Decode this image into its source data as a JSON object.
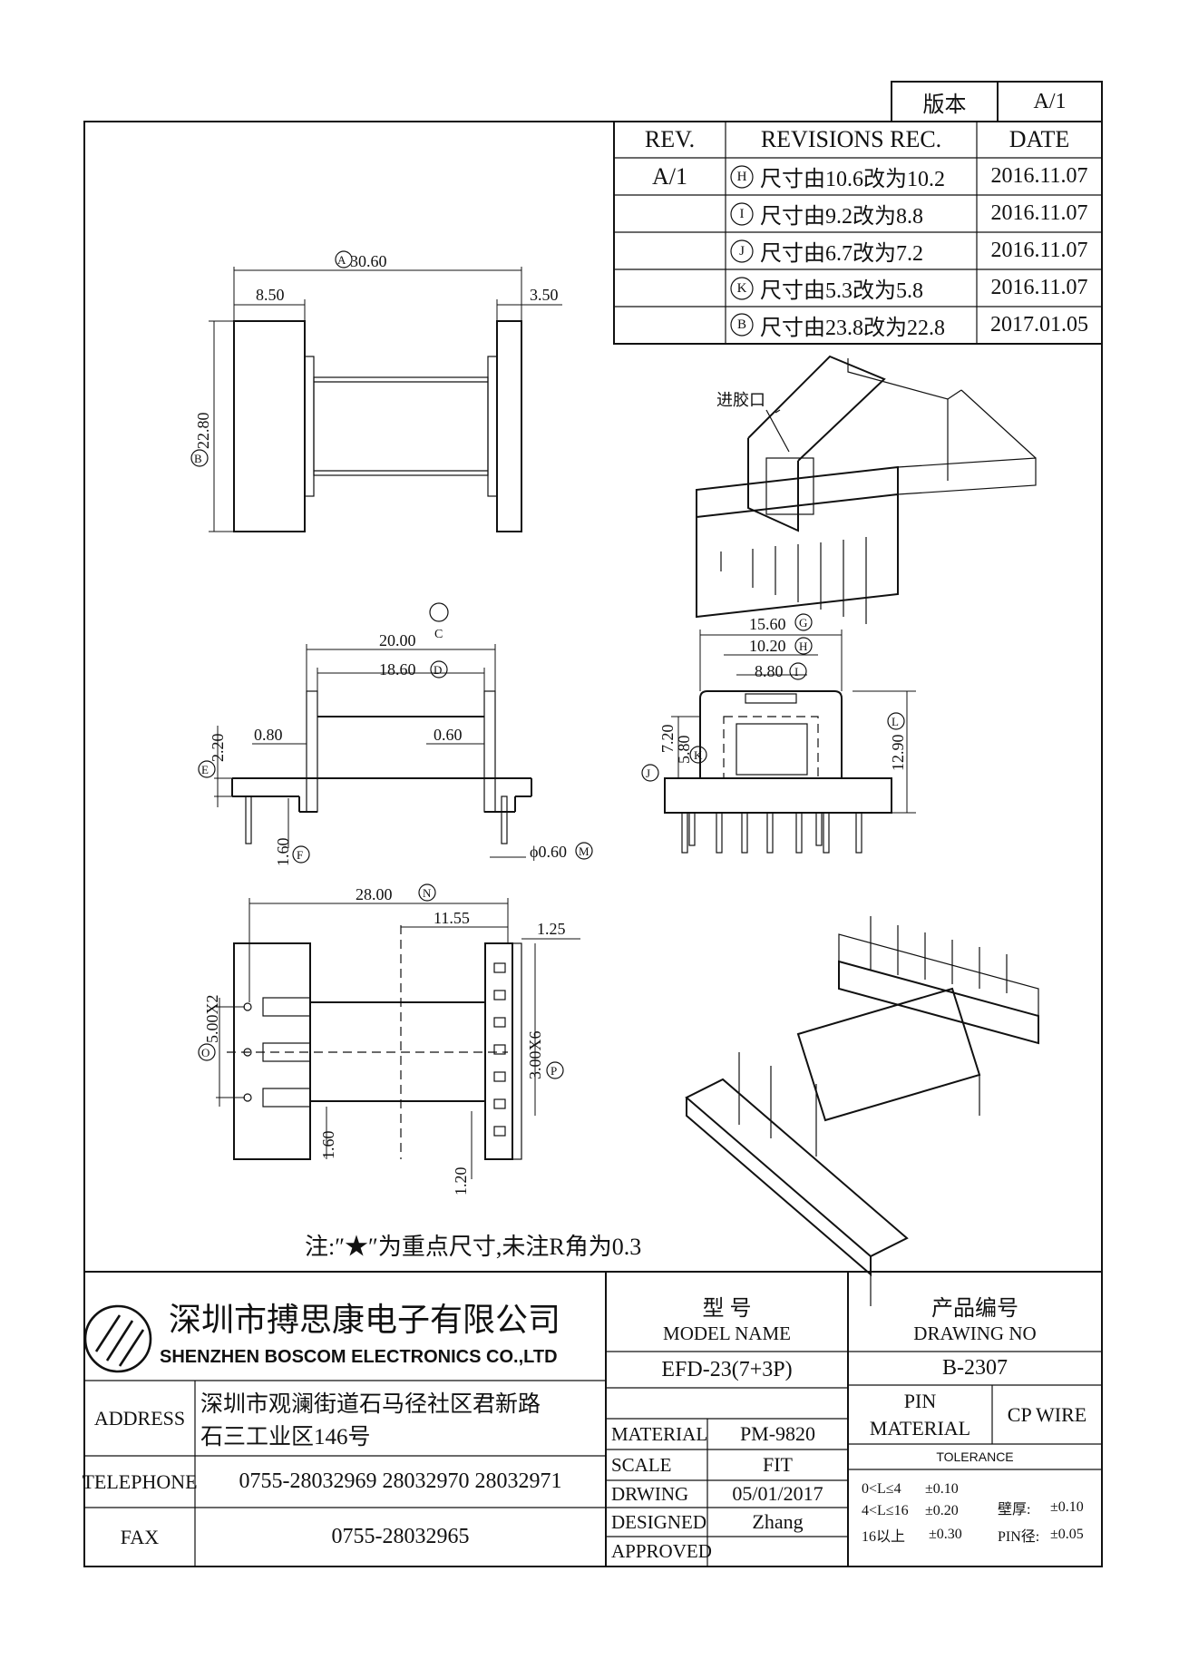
{
  "version_box": {
    "label": "版本",
    "value": "A/1"
  },
  "revisions": {
    "headers": {
      "rev": "REV.",
      "rec": "REVISIONS REC.",
      "date": "DATE"
    },
    "rev_value": "A/1",
    "rows": [
      {
        "mark": "H",
        "text": "尺寸由10.6改为10.2",
        "date": "2016.11.07"
      },
      {
        "mark": "I",
        "text": "尺寸由9.2改为8.8",
        "date": "2016.11.07"
      },
      {
        "mark": "J",
        "text": "尺寸由6.7改为7.2",
        "date": "2016.11.07"
      },
      {
        "mark": "K",
        "text": "尺寸由5.3改为5.8",
        "date": "2016.11.07"
      },
      {
        "mark": "B",
        "text": "尺寸由23.8改为22.8",
        "date": "2017.01.05"
      }
    ]
  },
  "dims": {
    "top_view": {
      "overall": "30.60",
      "overall_mark": "A",
      "left": "8.50",
      "right": "3.50",
      "height": "22.80",
      "height_mark": "B"
    },
    "front_view": {
      "overall": "20.00",
      "overall_mark": "C",
      "inner": "18.60",
      "inner_mark": "D",
      "flange": "2.20",
      "flange_mark": "E",
      "left_wall": "0.80",
      "right_wall": "0.60",
      "pin_len": "1.60",
      "pin_len_mark": "F",
      "pin_dia": "ϕ0.60",
      "pin_dia_mark": "M"
    },
    "side_view": {
      "w1": "15.60",
      "w1_mark": "G",
      "w2": "10.20",
      "w2_mark": "H",
      "w3": "8.80",
      "w3_mark": "I",
      "h_total": "12.90",
      "h_total_mark": "L",
      "h1": "7.20",
      "h2": "5.80",
      "mark_j": "J",
      "mark_k": "K"
    },
    "bottom_view": {
      "overall": "28.00",
      "overall_mark": "N",
      "mid": "11.55",
      "edge": "1.25",
      "pitch_left": "5.00X2",
      "pitch_left_mark": "O",
      "pitch_right": "3.00X6",
      "pitch_right_mark": "P",
      "slot": "1.60",
      "slot2": "1.20"
    }
  },
  "iso_label": "进胶口",
  "note": "注:″★″为重点尺寸,未注R角为0.3",
  "company": {
    "name_cn": "深圳市搏思康电子有限公司",
    "name_en": "SHENZHEN BOSCOM ELECTRONICS CO.,LTD"
  },
  "title_block": {
    "model_label_cn": "型    号",
    "model_label_en": "MODEL NAME",
    "model_value": "EFD-23(7+3P)",
    "drawing_label_cn": "产品编号",
    "drawing_label_en": "DRAWING NO",
    "drawing_value": "B-2307",
    "address_label": "ADDRESS",
    "address_line1": "深圳市观澜街道石马径社区君新路",
    "address_line2": "石三工业区146号",
    "telephone_label": "TELEPHONE",
    "telephone_value": "0755-28032969 28032970 28032971",
    "fax_label": "FAX",
    "fax_value": "0755-28032965",
    "material_label": "MATERIAL",
    "material_value": "PM-9820",
    "scale_label": "SCALE",
    "scale_value": "FIT",
    "drawing_date_label": "DRWING",
    "drawing_date_value": "05/01/2017",
    "designed_label": "DESIGNED",
    "designed_value": "Zhang",
    "approved_label": "APPROVED",
    "approved_value": "",
    "pin_material_label1": "PIN",
    "pin_material_label2": "MATERIAL",
    "pin_material_value": "CP WIRE",
    "tolerance_label": "TOLERANCE",
    "tolerances": [
      {
        "range": "0<L≤4",
        "value": "±0.10"
      },
      {
        "range": "4<L≤16",
        "value": "±0.20"
      },
      {
        "range": "16以上",
        "value": "±0.30"
      }
    ],
    "wall_label": "壁厚:",
    "wall_value": "±0.10",
    "pin_dia_label": "PIN径:",
    "pin_dia_value": "±0.05"
  }
}
